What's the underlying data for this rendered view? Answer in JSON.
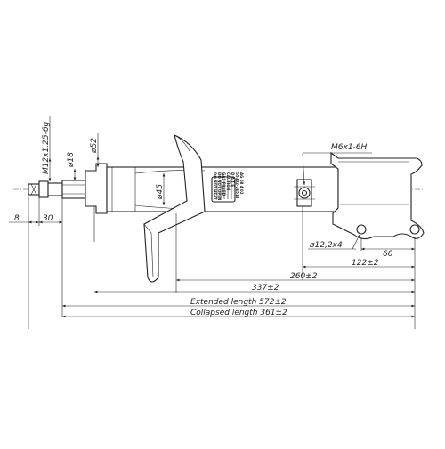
{
  "drawing": {
    "dimensions": {
      "thread_spec": "M12x1.25-6g",
      "rod_diameter": "ø18",
      "body_diameter": "ø52",
      "tube_diameter": "ø45",
      "bracket_thread": "M6x1-6H",
      "hole_spec": "ø12,2x4",
      "bracket_hole_spacing": "60",
      "tip_length": "8",
      "rod_length": "30",
      "length_122": "122±2",
      "length_260": "260±2",
      "length_337": "337±2",
      "extended_length": "Extended length 572±2",
      "collapsed_length": "Collapsed length 361±2"
    },
    "label": {
      "lines": [
        "AG 08 4 02",
        "55302-2E513",
        "D A T E",
        "",
        "CAUTION",
        "GAS FILLED",
        "DO NOT OPEN",
        "DO NOT HEAT"
      ]
    }
  }
}
